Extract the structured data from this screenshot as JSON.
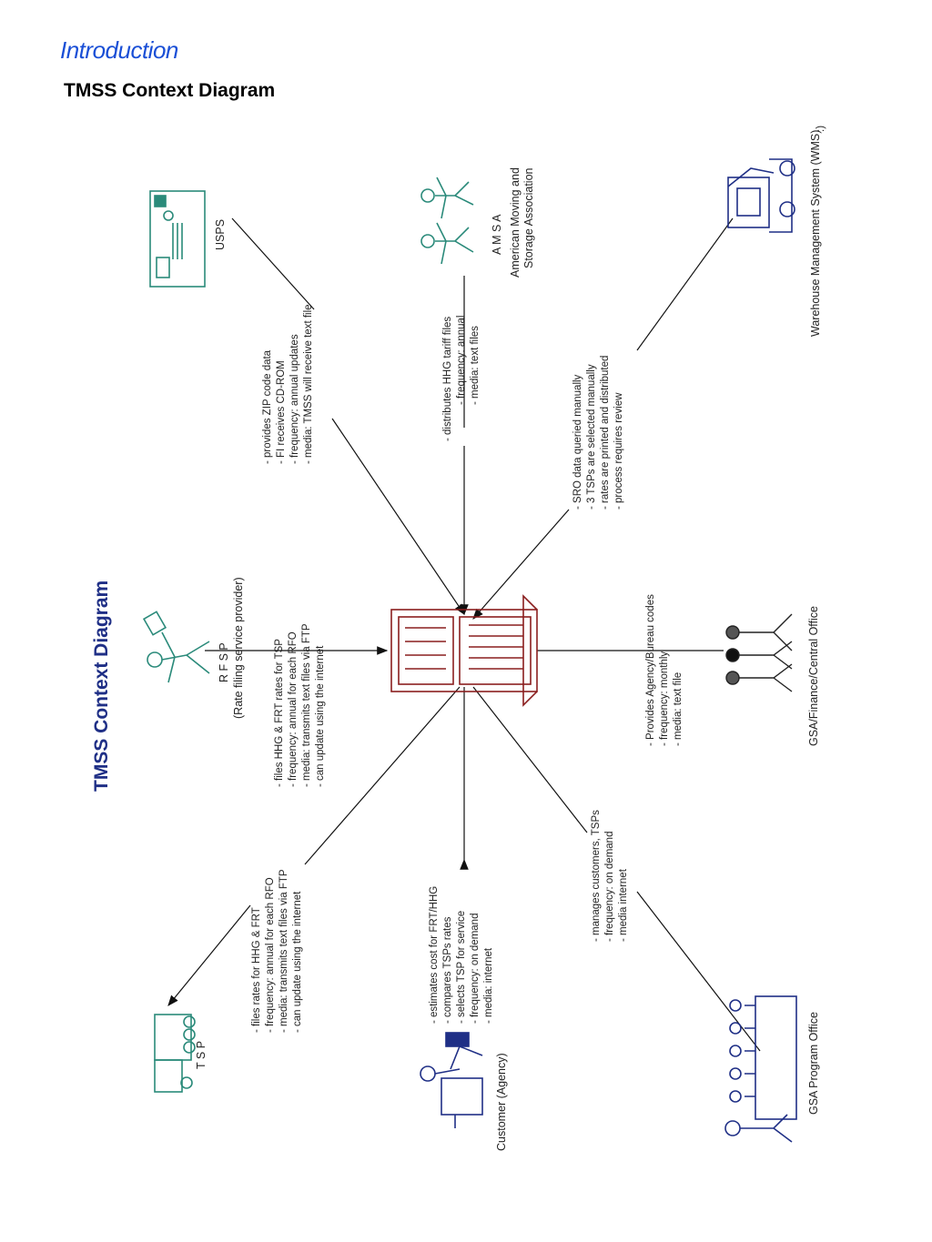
{
  "header": {
    "section": "Introduction",
    "title": "TMSS Context Diagram"
  },
  "diagram": {
    "title": "TMSS Context Diagram",
    "corner_mark": ":)",
    "colors": {
      "icon_teal": "#2a8a7a",
      "server": "#8a1e1e",
      "title": "#1f2f86",
      "heading": "#1a4fd6"
    },
    "entities": {
      "usps": {
        "label": "USPS",
        "icon": "envelope-icon"
      },
      "amsa": {
        "label1": "A M S A",
        "label2": "American Moving and",
        "label3": "Storage Association",
        "icon": "people-icon"
      },
      "wms": {
        "label": "Warehouse Management System (WMS)",
        "icon": "workstation-icon"
      },
      "rfsp": {
        "label1": "R F S P",
        "label2": "(Rate filing service provider)",
        "icon": "person-with-paper-icon"
      },
      "gsa_finance": {
        "label": "GSA/Finance/Central Office",
        "icon": "group-icon"
      },
      "tsp": {
        "label": "T S P",
        "icon": "truck-icon"
      },
      "customer": {
        "label": "Customer (Agency)",
        "icon": "desk-person-icon"
      },
      "gsa_program": {
        "label": "GSA Program Office",
        "icon": "conference-table-icon"
      },
      "tmss": {
        "icon": "server-icon"
      }
    },
    "flows": {
      "usps": [
        "- provides ZIP code data",
        "- FI receives CD-ROM",
        "- frequency: annual updates",
        "- media: TMSS will receive text file"
      ],
      "amsa": [
        "- distributes HHG tariff files",
        "- frequency: annual",
        "- media: text files"
      ],
      "wms": [
        "- SRO data queried manually",
        "- 3 TSPs are selected manually",
        "- rates are printed and distributed",
        "- process requires review"
      ],
      "rfsp": [
        "- files HHG & FRT rates for TSP",
        "- frequency: annual for each RFO",
        "- media: transmits text files via FTP",
        "- can update using the internet"
      ],
      "gsa_finance": [
        "- Provides Agency/Bureau codes",
        "- frequency: monthly",
        "- media: text file"
      ],
      "tsp": [
        "- files rates for HHG & FRT",
        "- frequency: annual for each RFO",
        "- media: transmits text files via FTP",
        "- can update using the internet"
      ],
      "customer": [
        "- estimates cost for FRT/HHG",
        "- compares TSPs rates",
        "- selects TSP for service",
        "- frequency: on demand",
        "- media: internet"
      ],
      "gsa_program": [
        "- manages customers, TSPs",
        "- frequency: on demand",
        "- media internet"
      ]
    }
  }
}
